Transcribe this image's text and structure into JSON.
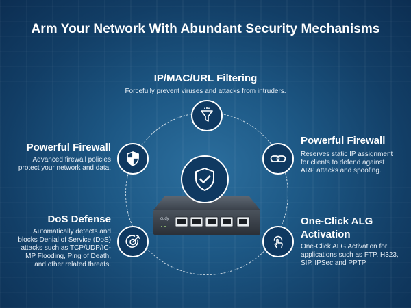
{
  "title": "Arm Your Network With Abundant Security Mechanisms",
  "features": {
    "filtering": {
      "title": "IP/MAC/URL Filtering",
      "desc": "Forcefully prevent viruses and attacks from intruders.",
      "icon": "funnel-icon"
    },
    "firewall_left": {
      "title": "Powerful Firewall",
      "desc_lines": [
        "Advanced firewall policies",
        "protect your network and data."
      ],
      "icon": "shield-icon"
    },
    "firewall_right": {
      "title": "Powerful Firewall",
      "desc_lines": [
        "Reserves static IP assignment",
        "for clients to defend against",
        "ARP attacks and spoofing."
      ],
      "icon": "chain-link-icon"
    },
    "dos": {
      "title": "DoS Defense",
      "desc_lines": [
        "Automatically detects and",
        "blocks Denial of Service (DoS)",
        "attacks such as TCP/UDP/IC-",
        "MP Flooding, Ping of Death,",
        "and other related threats."
      ],
      "icon": "target-icon"
    },
    "alg": {
      "title_lines": [
        "One-Click ALG",
        "Activation"
      ],
      "desc_lines": [
        "One-Click ALG Activation for",
        "applications such as FTP, H323,",
        "SIP, IPSec and PPTP."
      ],
      "icon": "tap-icon"
    }
  },
  "center_icon": "shield-check-icon",
  "router": {
    "brand": "cudy"
  },
  "colors": {
    "background": "#1d5885",
    "icon_fill": "#0f3961",
    "text": "#ffffff"
  }
}
